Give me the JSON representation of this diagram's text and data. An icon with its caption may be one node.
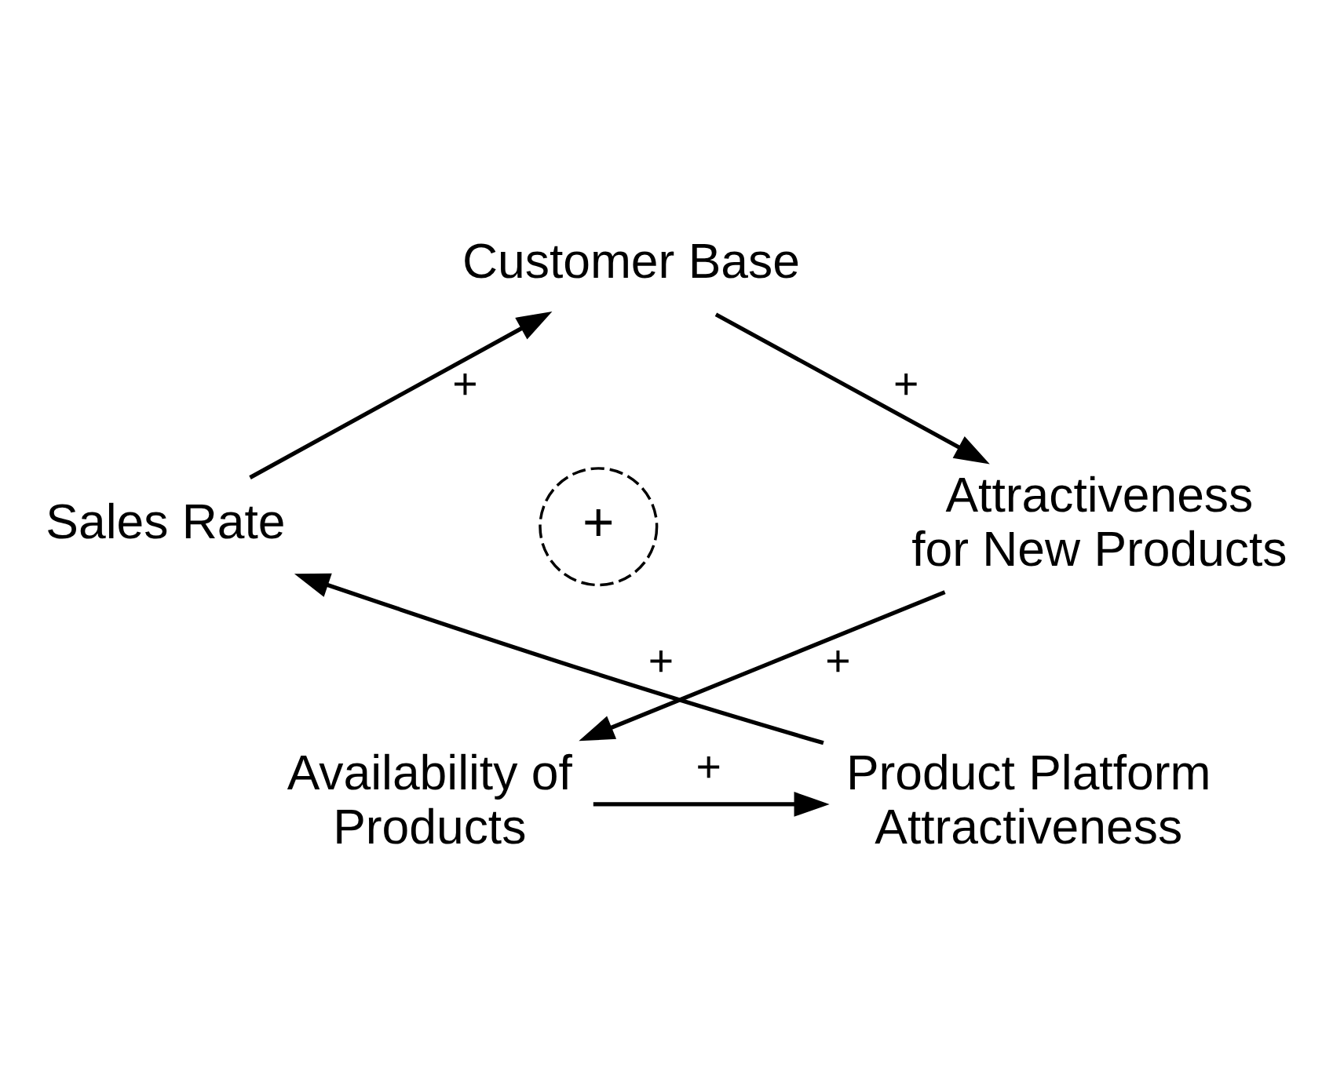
{
  "diagram": {
    "nodes": [
      {
        "text": [
          "Customer Base"
        ]
      },
      {
        "text": [
          "Attractiveness for New Products"
        ]
      },
      {
        "text": [
          "Availability of Products"
        ]
      },
      {
        "text": [
          "Product Platform Attractiveness"
        ]
      },
      {
        "text": [
          "Sales Rate"
        ]
      }
    ],
    "edges": [
      {
        "from": 0,
        "to": 1,
        "arrow": "to",
        "label": "+"
      },
      {
        "from": 1,
        "to": 2,
        "arrow": "to",
        "label": "+"
      },
      {
        "from": 2,
        "to": 3,
        "arrow": "to",
        "label": "+"
      },
      {
        "from": 3,
        "to": 4,
        "arrow": "to",
        "label": "+"
      },
      {
        "from": 4,
        "to": 0,
        "arrow": "to",
        "label": "+"
      }
    ],
    "labels": [
      "+"
    ]
  }
}
